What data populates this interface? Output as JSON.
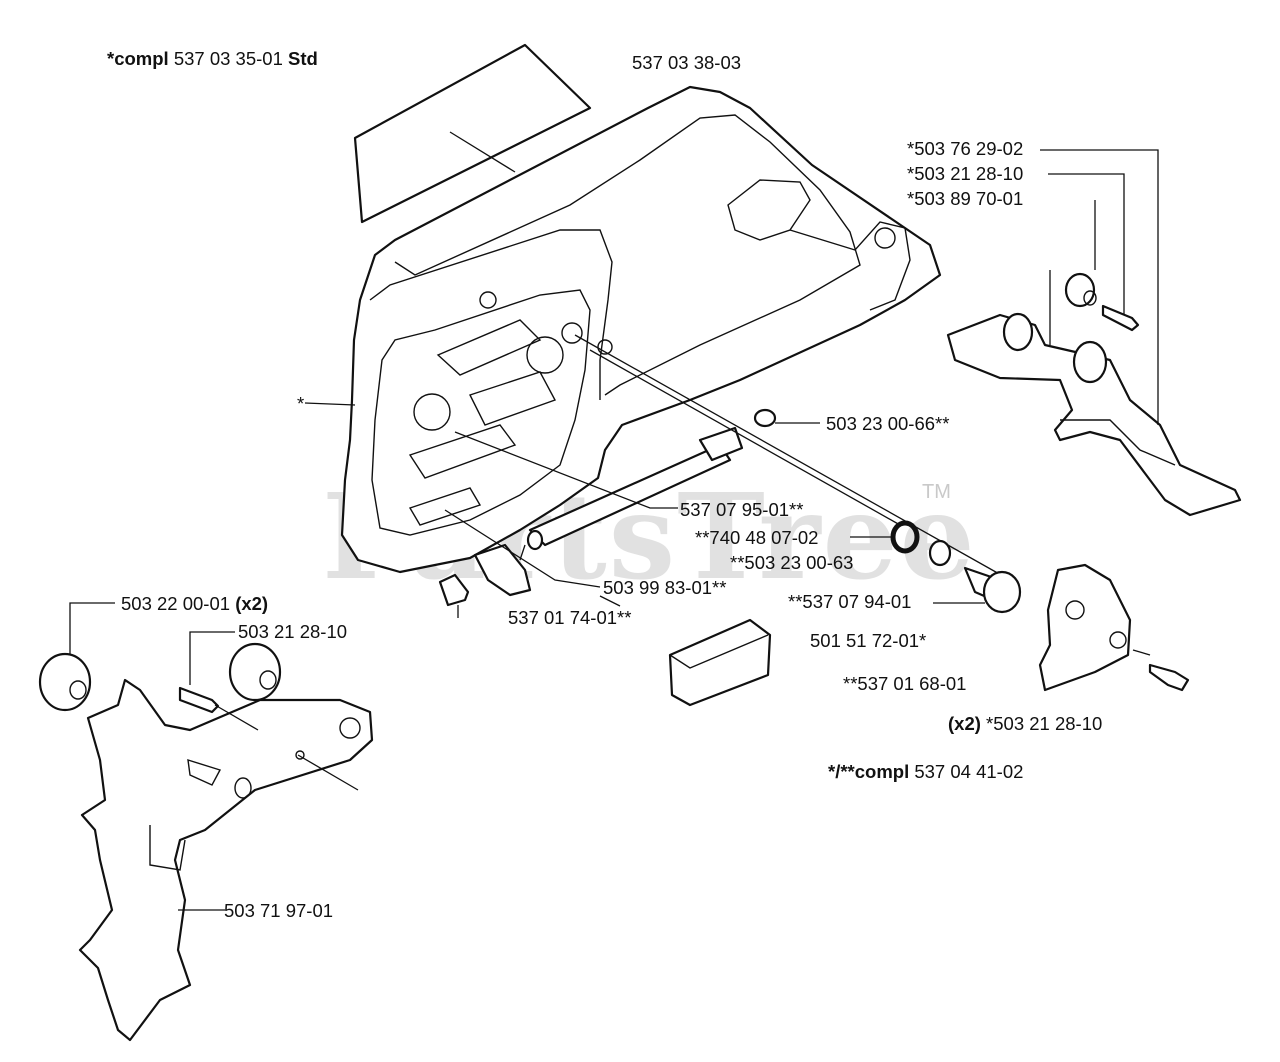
{
  "watermark": {
    "text": "PartsTree",
    "trademark": "TM"
  },
  "labels": {
    "cover": "537 03 38-03",
    "decal_line1_bold": "*compl",
    "decal_line1_num": " 537 03 35-01 ",
    "decal_line1_suffix": "Std",
    "kit1": "*503 76 29-02",
    "kit2": "*503 21 28-10",
    "kit3": "*503 89 70-01",
    "star": "*",
    "washer": "503 23 00-66**",
    "bar_bolt": "537 07 95-01**",
    "oring1": "**740 48 07-02",
    "oring2": "**503 23 00-63",
    "nut": "503 99 83-01**",
    "pin": "537 01 74-01**",
    "adjuster": "**537 07 94-01",
    "plate": "501 51 72-01*",
    "guide": "**537 01 68-01",
    "x2_bold": "(x2)",
    "x2_screw": " *503 21 28-10",
    "compl2_prefix": "*/**compl",
    "compl2_num": " 537 04 41-02",
    "buffer_num": "503 22 00-01 ",
    "buffer_x2": "(x2)",
    "screw": "503 21 28-10",
    "spike": "503 71 97-01"
  },
  "colors": {
    "ink": "#111111",
    "watermark": "#c9c9c9"
  }
}
